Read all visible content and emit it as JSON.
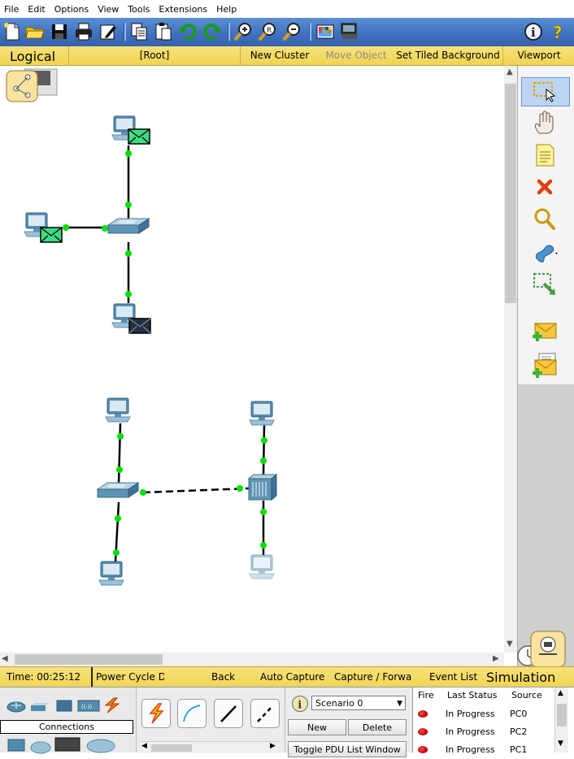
{
  "menu": [
    "File",
    "Edit",
    "Options",
    "View",
    "Tools",
    "Extensions",
    "Help"
  ],
  "toolbar_icons": [
    "new-file-icon",
    "open-folder-icon",
    "save-icon",
    "print-icon",
    "activity-wizard-icon",
    "copy-icon",
    "paste-icon",
    "undo-icon",
    "redo-icon",
    "zoom-in-icon",
    "zoom-reset-icon",
    "zoom-out-icon",
    "palette-icon",
    "custom-device-icon",
    "info-icon",
    "help-icon"
  ],
  "workspace_bar": {
    "mode": "Logical",
    "root": "[Root]",
    "new_cluster": "New Cluster",
    "move_object": "Move Object",
    "set_tiled_background": "Set Tiled Background",
    "viewport": "Viewport"
  },
  "palette_tools": [
    "select-tool-icon",
    "move-layout-icon",
    "place-note-icon",
    "delete-icon",
    "inspect-icon",
    "draw-shape-icon",
    "resize-shape-icon",
    "add-simple-pdu-icon",
    "add-complex-pdu-icon"
  ],
  "status_bar": {
    "time": "Time: 00:25:12",
    "power_cycle": "Power Cycle Devi",
    "back": "Back",
    "auto_capture": "Auto Capture",
    "capture_forward": "Capture / Forwa",
    "event_list": "Event List",
    "mode": "Simulation"
  },
  "device_panel": {
    "connections_label": "Connections"
  },
  "scenario": {
    "selected": "Scenario 0",
    "new_label": "New",
    "delete_label": "Delete",
    "toggle_label": "Toggle PDU List Window"
  },
  "event_list": {
    "headers": [
      "Fire",
      "Last Status",
      "Source"
    ],
    "rows": [
      {
        "status": "In Progress",
        "source": "PC0"
      },
      {
        "status": "In Progress",
        "source": "PC2"
      },
      {
        "status": "In Progress",
        "source": "PC1"
      }
    ]
  },
  "colors": {
    "toolbar": "#3f6fbd",
    "yellow_bar": "#f0d453",
    "link_light": "#00e000",
    "device": "#4f8cad"
  }
}
